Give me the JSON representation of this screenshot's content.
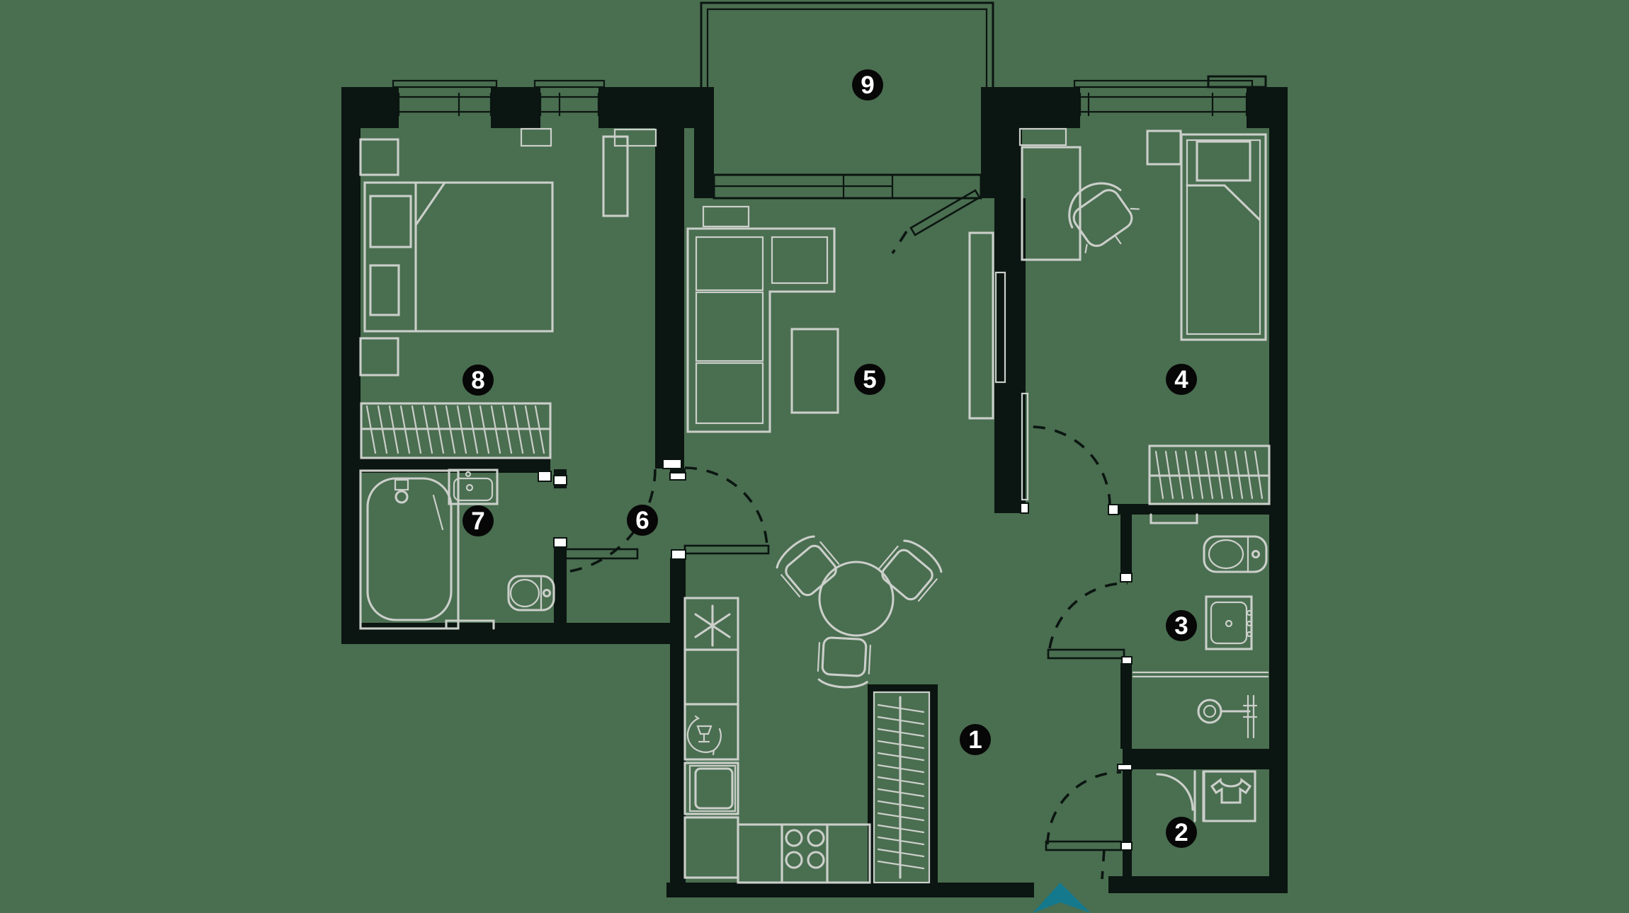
{
  "plan": {
    "title": "apartment-floor-plan",
    "rooms": [
      {
        "number": "1"
      },
      {
        "number": "2"
      },
      {
        "number": "3"
      },
      {
        "number": "4"
      },
      {
        "number": "5"
      },
      {
        "number": "6"
      },
      {
        "number": "7"
      },
      {
        "number": "8"
      },
      {
        "number": "9"
      }
    ],
    "colors": {
      "background": "#4a6e50",
      "walls": "#0b1511",
      "furniture_lines": "#cbcfca",
      "marker_background": "#070707",
      "marker_text": "#ffffff",
      "entrance_arrow": "#15798d",
      "door_stop_caps": "#ffffff"
    },
    "icons": [
      "freezer-asterisk-icon",
      "dishwasher-icon",
      "kitchen-sink-icon",
      "stove-burners-icon",
      "wardrobe-hangers-icon",
      "tshirt-wardrobe-icon",
      "shower-drain-icon",
      "toilet-icon",
      "bathtub-icon",
      "washbasin-icon",
      "entrance-arrow-icon"
    ]
  }
}
